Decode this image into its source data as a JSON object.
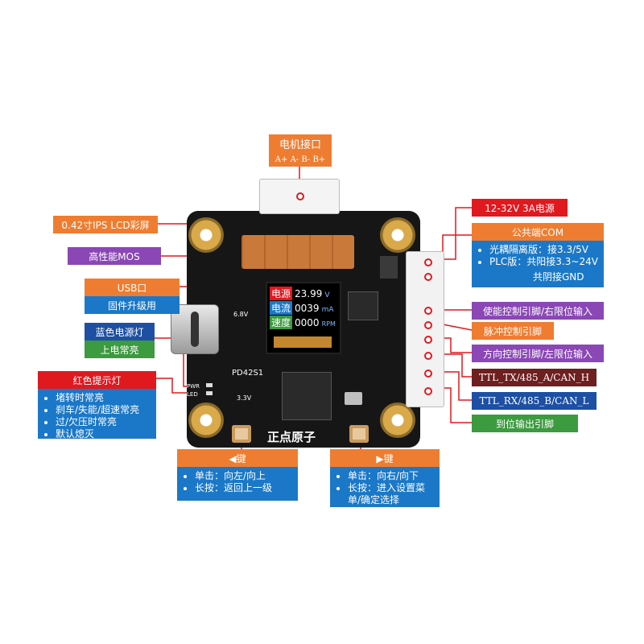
{
  "motor_port": {
    "title": "电机接口",
    "pins": "A+ A- B- B+"
  },
  "lcd_label": "0.42寸IPS LCD彩屏",
  "mos_label": "高性能MOS",
  "usb": {
    "title": "USB口",
    "desc": "固件升级用"
  },
  "blue_led": {
    "title": "蓝色电源灯",
    "desc": "上电常亮"
  },
  "red_led": {
    "title": "红色提示灯",
    "items": [
      "堵转时常亮",
      "刹车/失能/超速常亮",
      "过/欠压时常亮",
      "默认熄灭"
    ]
  },
  "power_label": "12-32V 3A电源",
  "com": {
    "title": "公共端COM",
    "line1": "光耦隔离版：接3.3/5V",
    "line2": "PLC版：共阳接3.3~24V",
    "line3": "共阴接GND"
  },
  "enable_label": "使能控制引脚/右限位输入",
  "pulse_label": "脉冲控制引脚",
  "dir_label": "方向控制引脚/左限位输入",
  "ttl_tx_label": "TTL_TX/485_A/CAN_H",
  "ttl_rx_label": "TTL_RX/485_B/CAN_L",
  "arrive_label": "到位输出引脚",
  "left_key": {
    "title": "◀键",
    "line1": "单击：向左/向上",
    "line2": "长按：返回上一级"
  },
  "right_key": {
    "title": "▶键",
    "line1": "单击：向右/向下",
    "line2": "长按：进入设置菜",
    "line3": "单/确定选择"
  },
  "screen": {
    "rows": [
      {
        "name": "电源",
        "value": "23.99",
        "unit": "V"
      },
      {
        "name": "电流",
        "value": "0039",
        "unit": "mA"
      },
      {
        "name": "速度",
        "value": "0000",
        "unit": "RPM"
      }
    ]
  },
  "silk": {
    "model": "PD42S1",
    "brand": "正点原子",
    "v68": "6.8V",
    "v33": "3.3V",
    "pwr": "PWR",
    "led": "LED"
  },
  "colors": {
    "orange": "#ee7d31",
    "red": "#e0191f",
    "blue": "#1b78c8",
    "purple": "#8a47b5",
    "green": "#3c9a3f"
  }
}
